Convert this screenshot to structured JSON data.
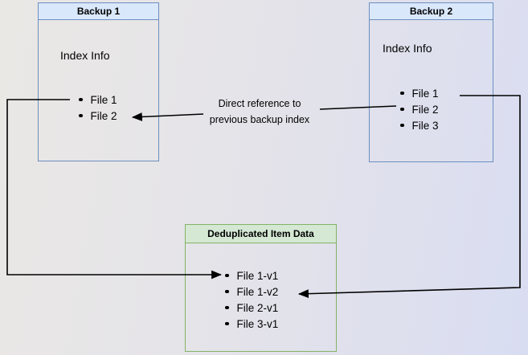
{
  "diagram": {
    "backup1": {
      "title": "Backup 1",
      "section_label": "Index Info",
      "files": [
        "File 1",
        "File 2"
      ]
    },
    "backup2": {
      "title": "Backup 2",
      "section_label": "Index Info",
      "files": [
        "File 1",
        "File 2",
        "File 3"
      ]
    },
    "dedup": {
      "title": "Deduplicated Item Data",
      "files": [
        "File 1-v1",
        "File 1-v2",
        "File 2-v1",
        "File 3-v1"
      ]
    },
    "annotation": {
      "line1": "Direct reference to",
      "line2": "previous backup index"
    },
    "colors": {
      "backup_header_fill": "#dae8fc",
      "backup_border": "#6c8ebf",
      "dedup_header_fill": "#d5e8d4",
      "dedup_border": "#82b366",
      "arrow": "#000000"
    }
  }
}
